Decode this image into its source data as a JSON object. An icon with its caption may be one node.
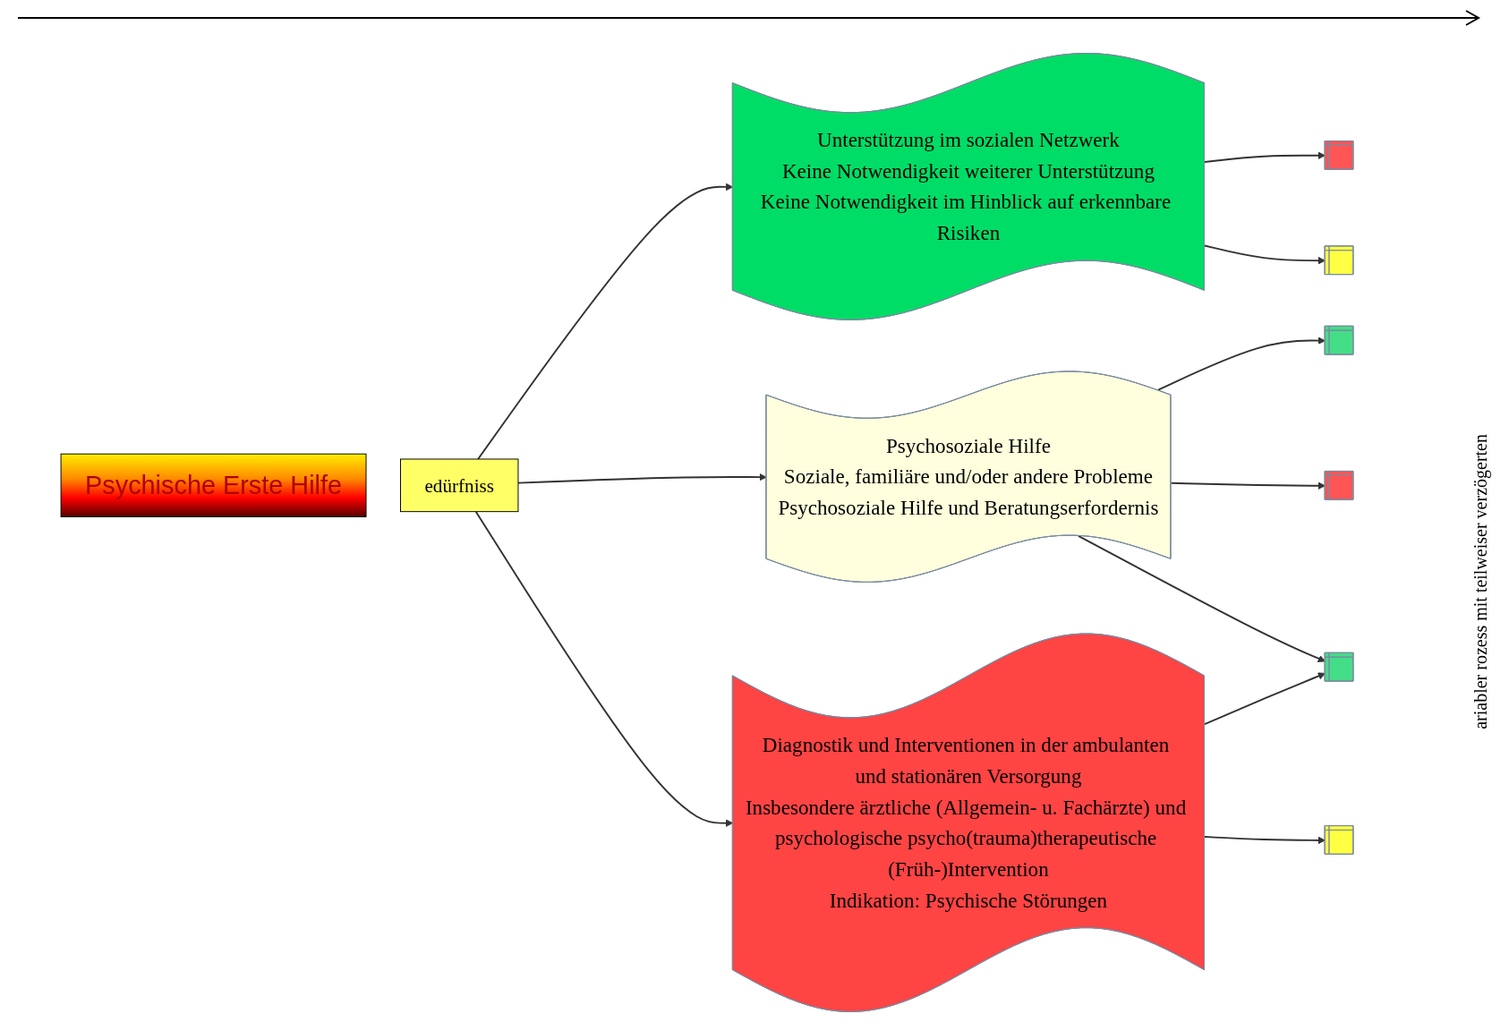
{
  "diagram": {
    "nodes": [
      {
        "text": [
          "Psychische Erste Hilfe"
        ]
      },
      {
        "text": [
          "edürfniss"
        ]
      },
      {
        "text": [
          "Unterstützung im sozialen Netzwerk",
          "Keine Notwendigkeit weiterer Unterstützung",
          "Keine Notwendigkeit im Hinblick auf erkennbare Risiken"
        ]
      },
      {
        "text": [
          "Psychosoziale Hilfe",
          "Soziale, familiäre und/oder andere Probleme",
          "Psychosoziale Hilfe und Beratungserfordernis"
        ]
      },
      {
        "text": [
          "Diagnostik und Interventionen in der ambulanten und stationären Versorgung",
          "Insbesondere ärztliche (Allgemein- u. Fachärzte) und psychologische psycho(trauma)therapeutische (Früh-)Intervention",
          "Indikation: Psychische Störungen"
        ]
      },
      {
        "text": [],
        "shape": "bar"
      },
      {
        "text": [],
        "shape": "bar"
      },
      {
        "text": [],
        "shape": "bar"
      },
      {
        "text": [],
        "shape": "bar"
      },
      {
        "text": [],
        "shape": "bar"
      },
      {
        "text": [],
        "shape": "bar"
      }
    ],
    "edges": [
      {
        "from": 1,
        "to": 2,
        "arrow": "to"
      },
      {
        "from": 1,
        "to": 3,
        "arrow": "to"
      },
      {
        "from": 1,
        "to": 4,
        "arrow": "to"
      },
      {
        "from": 2,
        "to": 5,
        "arrow": "to"
      },
      {
        "from": 2,
        "to": 6,
        "arrow": "to"
      },
      {
        "from": 3,
        "to": 7,
        "arrow": "to"
      },
      {
        "from": 3,
        "to": 8,
        "arrow": "to"
      },
      {
        "from": 3,
        "to": 9,
        "arrow": "to"
      },
      {
        "from": 4,
        "to": 9,
        "arrow": "to"
      },
      {
        "from": 4,
        "to": 10,
        "arrow": "to"
      }
    ],
    "labels": [
      "ariabler rozess mit teilweiser verzögerten"
    ]
  }
}
